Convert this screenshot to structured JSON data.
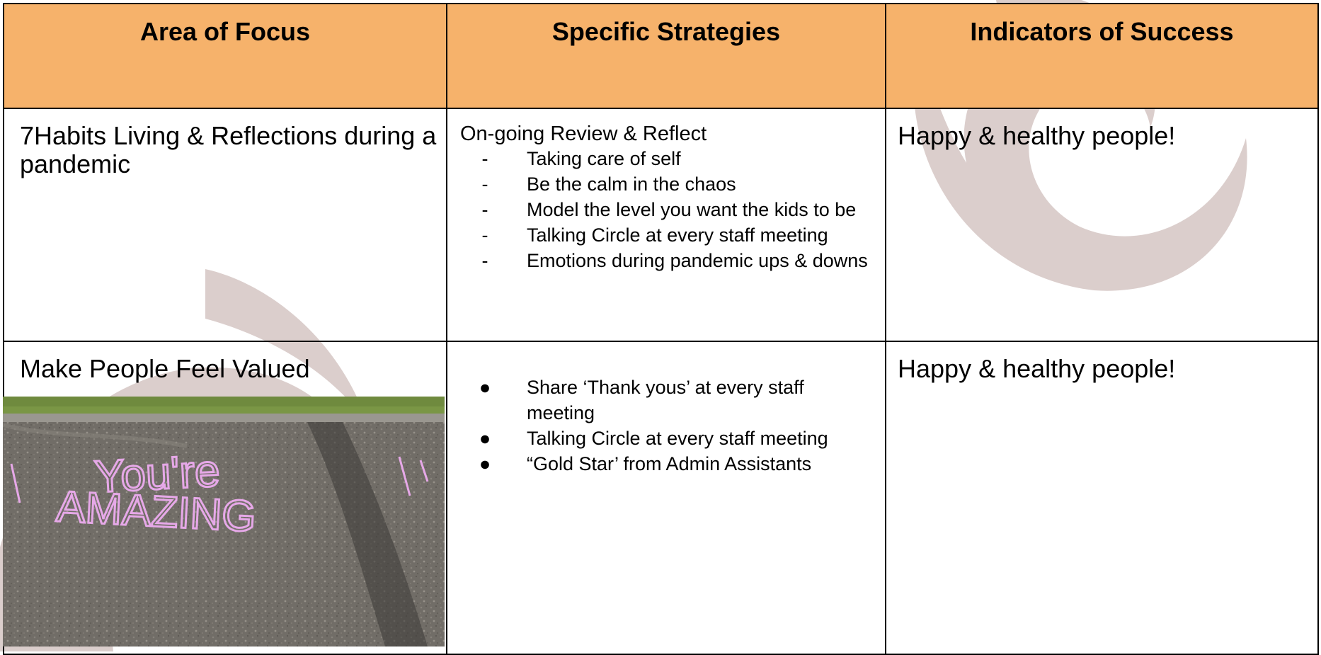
{
  "table": {
    "headers": [
      "Area of  Focus",
      "Specific Strategies",
      "Indicators of Success"
    ],
    "rows": [
      {
        "area": "7Habits Living & Reflections during a pandemic",
        "strategy_heading": "On-going Review & Reflect",
        "strategy_marker": "-",
        "strategies": [
          "Taking care of self",
          "Be the calm in the chaos",
          "Model the level you want the kids to be",
          "Talking Circle at every staff meeting",
          "Emotions during pandemic ups & downs"
        ],
        "success": "Happy & healthy people!"
      },
      {
        "area": "Make People Feel Valued",
        "strategy_marker": "●",
        "strategies": [
          "Share ‘Thank yous’ at every staff meeting",
          "Talking Circle at every staff meeting",
          "“Gold Star’ from Admin Assistants"
        ],
        "success": "Happy & healthy people!"
      }
    ]
  },
  "photo": {
    "chalk_text_line1": "You're",
    "chalk_text_line2": "AMAZING"
  },
  "colors": {
    "header_bg": "#f6b26b",
    "watermark": "#d5c6c3",
    "chalk": "#e6a8e8"
  }
}
